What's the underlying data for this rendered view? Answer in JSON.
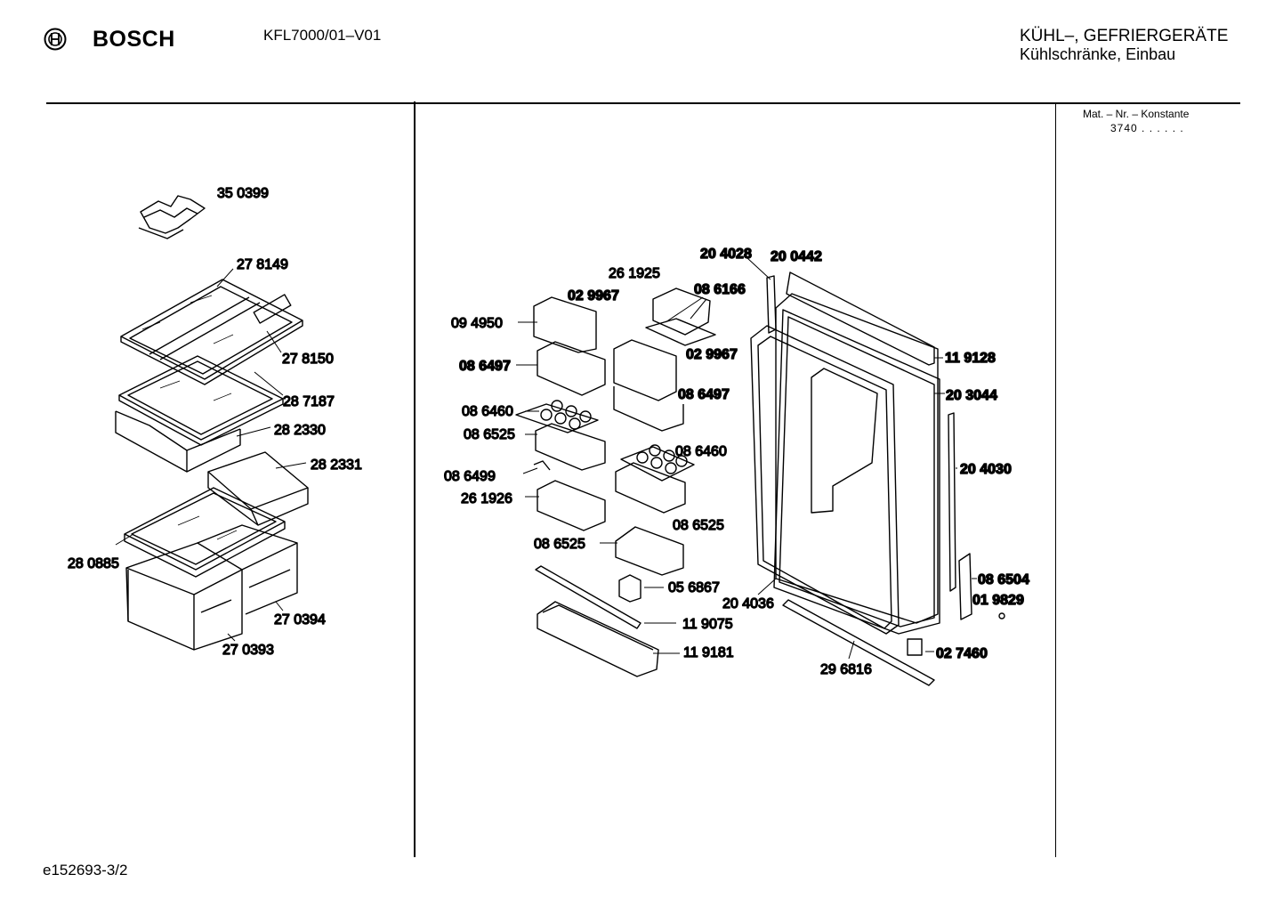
{
  "header": {
    "brand": "BOSCH",
    "model": "KFL7000/01–V01",
    "category_line1": "KÜHL–, GEFRIERGERÄTE",
    "category_line2": "Kühlschränke, Einbau",
    "mat_label": "Mat. – Nr. – Konstante",
    "mat_value": "3740  .  .    .  .  .  ."
  },
  "footer": {
    "code": "e152693-3/2"
  },
  "parts_left": [
    {
      "num": "35 0399",
      "bold": false
    },
    {
      "num": "27 8149",
      "bold": false
    },
    {
      "num": "27 8150",
      "bold": false
    },
    {
      "num": "28 7187",
      "bold": false
    },
    {
      "num": "28 2330",
      "bold": false
    },
    {
      "num": "28 2331",
      "bold": false
    },
    {
      "num": "28 0885",
      "bold": false
    },
    {
      "num": "27 0394",
      "bold": false
    },
    {
      "num": "27 0393",
      "bold": false
    }
  ],
  "parts_right": [
    {
      "num": "20 4028",
      "bold": true
    },
    {
      "num": "20 0442",
      "bold": true
    },
    {
      "num": "26 1925",
      "bold": false
    },
    {
      "num": "02 9967",
      "bold": true
    },
    {
      "num": "08 6166",
      "bold": true
    },
    {
      "num": "09 4950",
      "bold": false
    },
    {
      "num": "11 9128",
      "bold": true
    },
    {
      "num": "08 6497",
      "bold": true
    },
    {
      "num": "02 9967",
      "bold": true
    },
    {
      "num": "20 3044",
      "bold": true
    },
    {
      "num": "08 6497",
      "bold": true
    },
    {
      "num": "08 6460",
      "bold": false
    },
    {
      "num": "08 6525",
      "bold": false
    },
    {
      "num": "08 6460",
      "bold": false
    },
    {
      "num": "20 4030",
      "bold": true
    },
    {
      "num": "08 6499",
      "bold": false
    },
    {
      "num": "26 1926",
      "bold": false
    },
    {
      "num": "08 6525",
      "bold": false
    },
    {
      "num": "08 6525",
      "bold": false
    },
    {
      "num": "08 6504",
      "bold": true
    },
    {
      "num": "05 6867",
      "bold": false
    },
    {
      "num": "01 9829",
      "bold": true
    },
    {
      "num": "20 4036",
      "bold": false
    },
    {
      "num": "11 9075",
      "bold": false
    },
    {
      "num": "11 9181",
      "bold": false
    },
    {
      "num": "02 7460",
      "bold": true
    },
    {
      "num": "29 6816",
      "bold": false
    }
  ]
}
